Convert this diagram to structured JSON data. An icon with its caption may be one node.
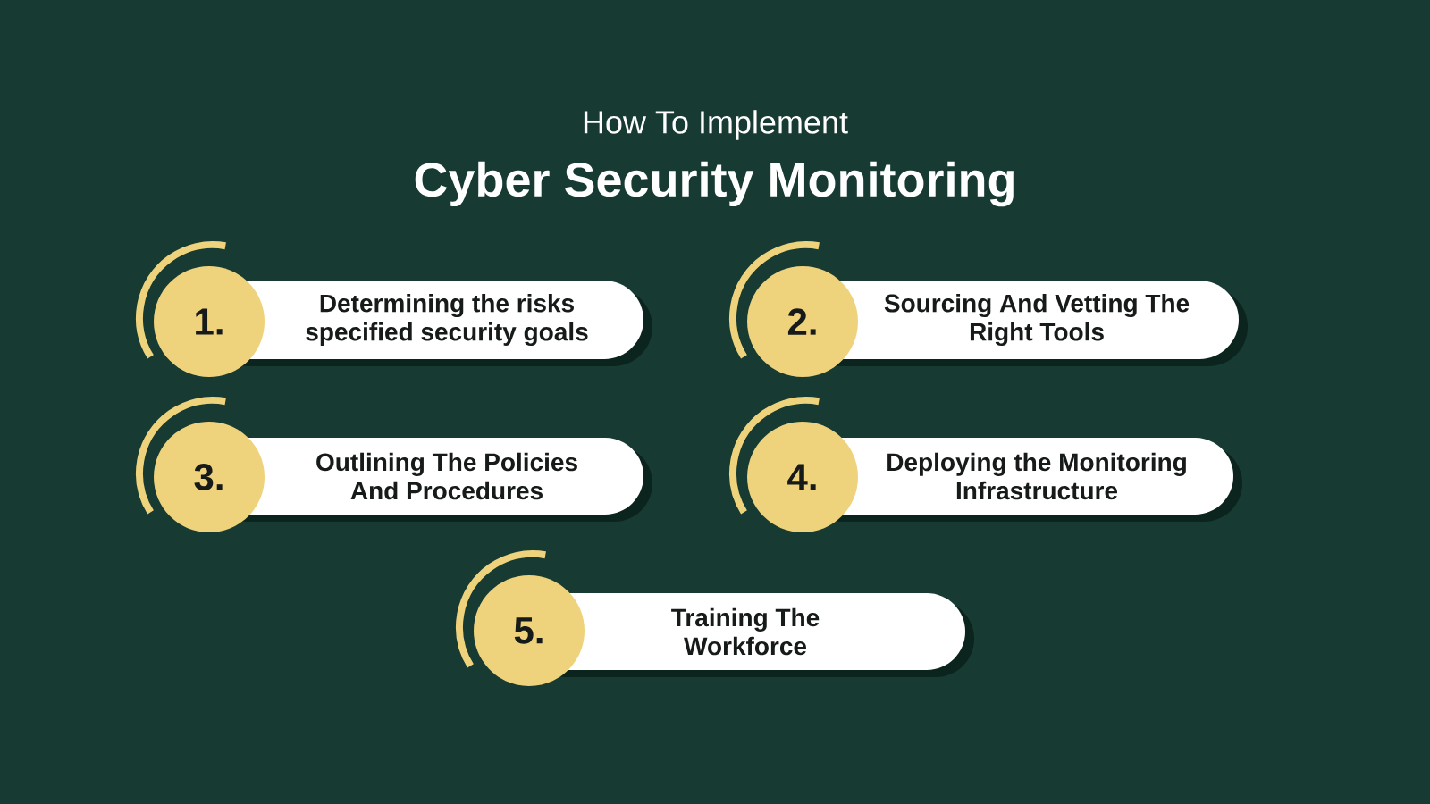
{
  "diagram": {
    "title": "Cyber Security Monitoring",
    "nodes": [
      {
        "text": [
          "1.",
          "Determining the risks specified security goals"
        ]
      },
      {
        "text": [
          "2.",
          "Sourcing And Vetting The Right Tools"
        ]
      },
      {
        "text": [
          "3.",
          "Outlining The Policies And Procedures"
        ]
      },
      {
        "text": [
          "4.",
          "Deploying the Monitoring Infrastructure"
        ]
      },
      {
        "text": [
          "5.",
          "Training The Workforce"
        ]
      }
    ],
    "labels": [
      "How To Implement"
    ]
  }
}
